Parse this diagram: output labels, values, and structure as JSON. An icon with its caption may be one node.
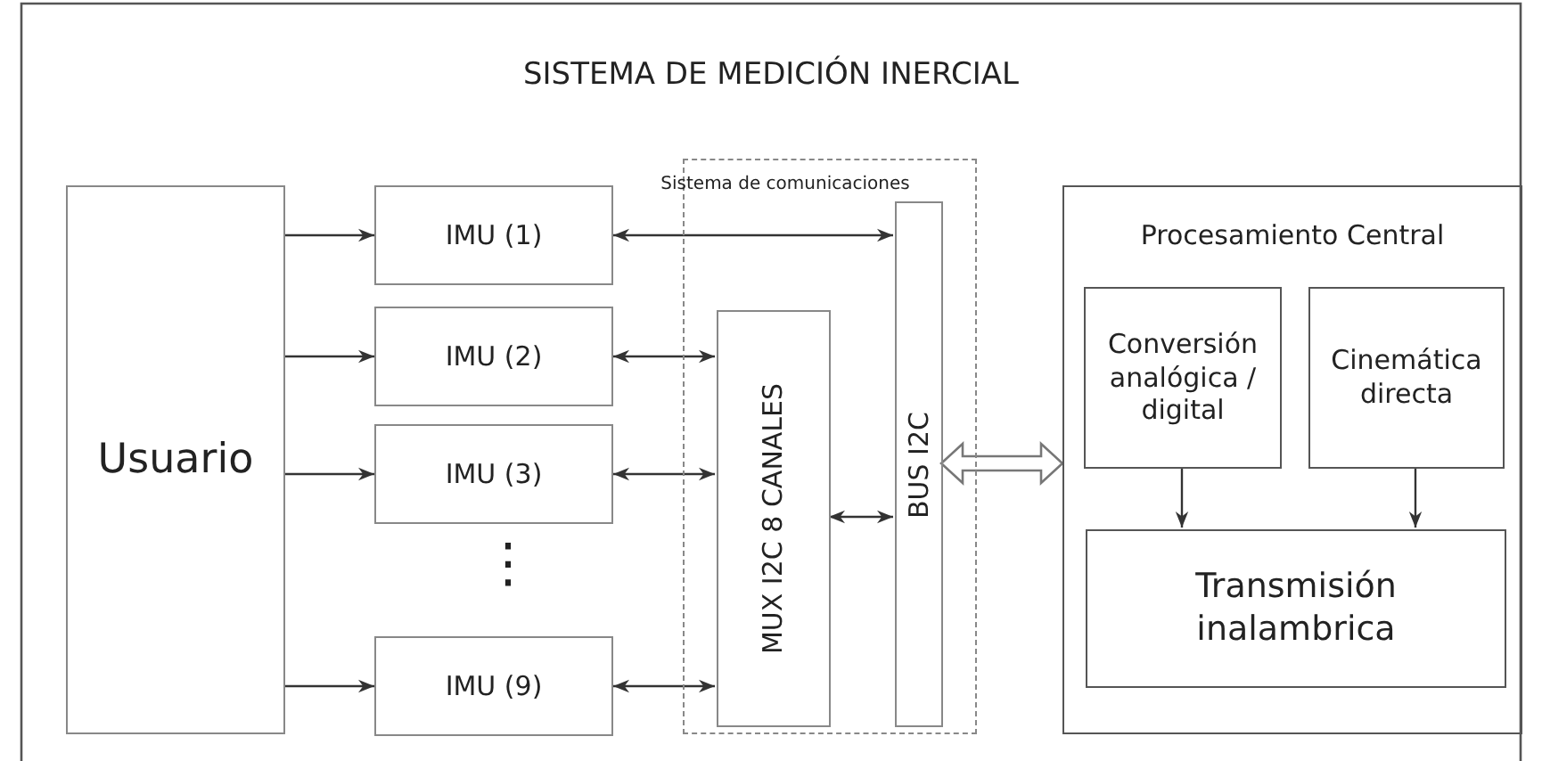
{
  "diagram": {
    "title": "SISTEMA DE MEDICIÓN INERCIAL",
    "nodes": [
      {
        "text": [
          "Usuario"
        ]
      },
      {
        "text": [
          "IMU (1)"
        ]
      },
      {
        "text": [
          "IMU (2)"
        ]
      },
      {
        "text": [
          "IMU (3)"
        ]
      },
      {
        "text": [
          "IMU (9)"
        ]
      },
      {
        "text": [
          "Sistema de comunicaciones"
        ]
      },
      {
        "text": [
          "MUX I2C 8 CANALES"
        ],
        "in": 5
      },
      {
        "text": [
          "BUS I2C"
        ],
        "in": 5
      },
      {
        "text": [
          "Procesamiento Central"
        ]
      },
      {
        "text": [
          "Conversión analógica / digital"
        ],
        "in": 8
      },
      {
        "text": [
          "Cinemática directa"
        ],
        "in": 8
      },
      {
        "text": [
          "Transmisión inalambrica"
        ],
        "in": 8
      }
    ],
    "edges": [
      {
        "from": 0,
        "to": 1,
        "arrow": "to"
      },
      {
        "from": 0,
        "to": 2,
        "arrow": "to"
      },
      {
        "from": 0,
        "to": 3,
        "arrow": "to"
      },
      {
        "from": 0,
        "to": 4,
        "arrow": "to"
      },
      {
        "from": 1,
        "to": 7,
        "arrow": "both"
      },
      {
        "from": 2,
        "to": 6,
        "arrow": "both"
      },
      {
        "from": 3,
        "to": 6,
        "arrow": "both"
      },
      {
        "from": 4,
        "to": 6,
        "arrow": "both"
      },
      {
        "from": 6,
        "to": 7,
        "arrow": "both"
      },
      {
        "from": 7,
        "to": 8,
        "arrow": "both",
        "style": "thick"
      },
      {
        "from": 9,
        "to": 11,
        "arrow": "to"
      },
      {
        "from": 10,
        "to": 11,
        "arrow": "to"
      }
    ],
    "labels": [
      "⋮"
    ]
  }
}
